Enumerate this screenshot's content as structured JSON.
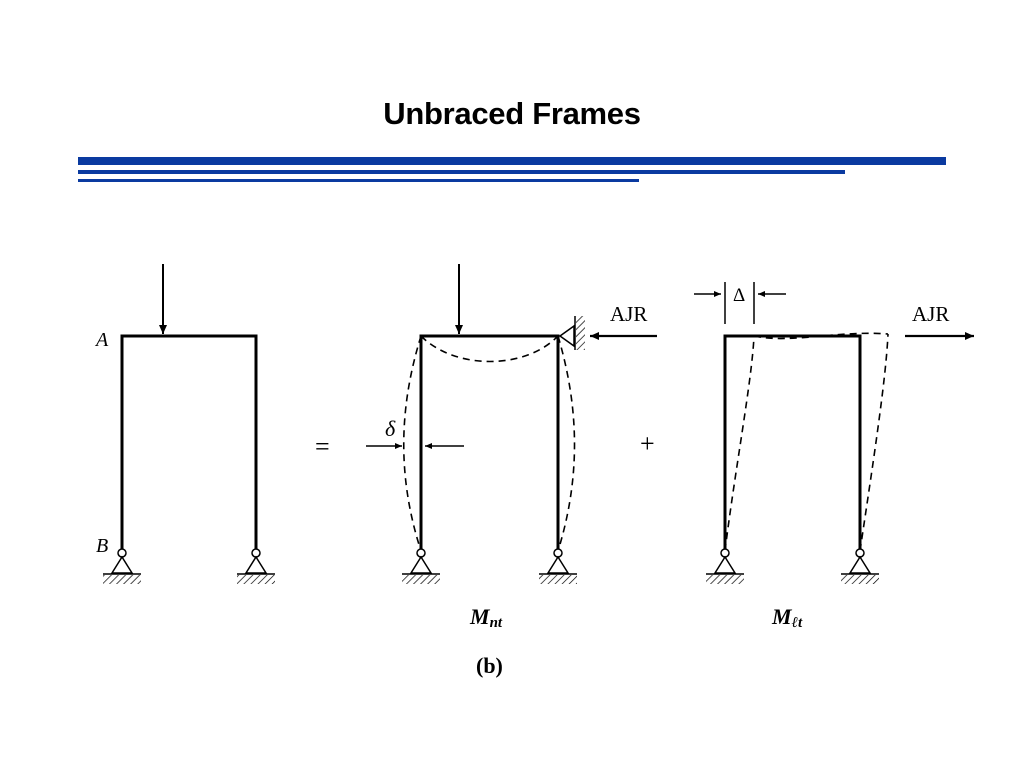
{
  "slide": {
    "title": "Unbraced Frames",
    "accent_color": "#0a3aa0"
  },
  "figure": {
    "caption": "(b)",
    "labels": {
      "joint_a": "A",
      "joint_b": "B",
      "equals": "=",
      "plus": "+",
      "delta_small": "δ",
      "delta_large": "Δ",
      "reaction_left": "AJR",
      "reaction_right": "AJR"
    },
    "moment_nt": {
      "symbol": "M",
      "subscript": "nt"
    },
    "moment_lt": {
      "symbol": "M",
      "subscript": "ℓt"
    }
  }
}
